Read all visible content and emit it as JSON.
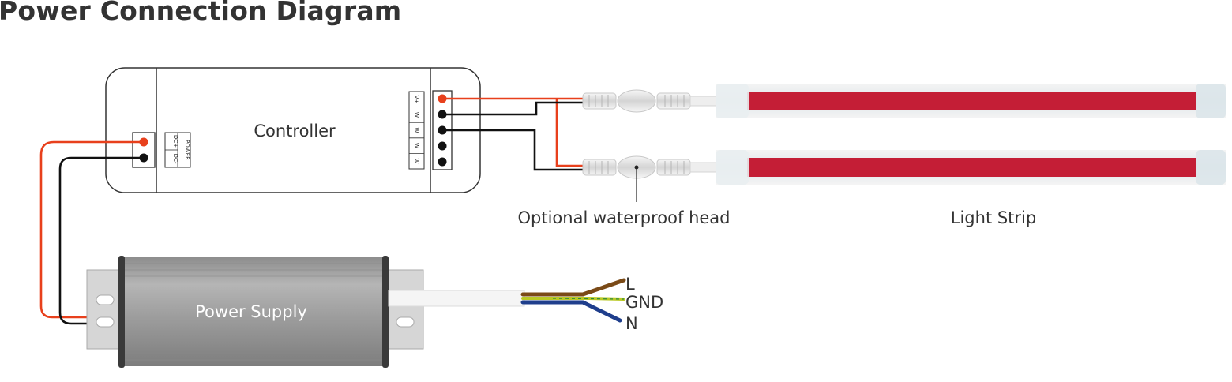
{
  "title": "Power Connection Diagram",
  "controller": {
    "label": "Controller",
    "input_terminal_labels": [
      "DC+",
      "DC-"
    ],
    "input_group_label": "POWER",
    "output_terminal_labels": [
      "V+",
      "W",
      "W",
      "W",
      "W"
    ]
  },
  "power_supply": {
    "label": "Power Supply"
  },
  "mains_wires": {
    "l": "L",
    "gnd": "GND",
    "n": "N"
  },
  "annotations": {
    "waterproof_head": "Optional waterproof head",
    "light_strip": "Light Strip"
  },
  "colors": {
    "positive_wire": "#e8401c",
    "negative_wire": "#111111",
    "strip": "#c41e36",
    "live_wire": "#7a4a17",
    "ground_wire": "#b9c924",
    "neutral_wire": "#1f3e8c",
    "power_supply_body": "#9b9b9b"
  }
}
